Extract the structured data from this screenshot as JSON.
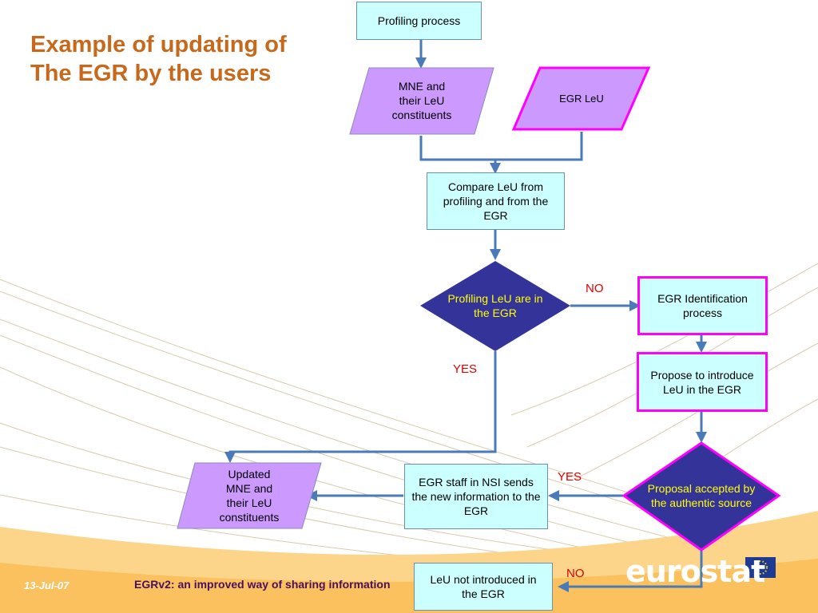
{
  "slide": {
    "title_line1": "Example of updating of",
    "title_line2": "The EGR by the users"
  },
  "nodes": {
    "profiling_process": "Profiling process",
    "mne_line1": "MNE and",
    "mne_line2": "their LeU",
    "mne_line3": "constituents",
    "egr_leu": "EGR LeU",
    "compare": "Compare LeU from profiling and from the EGR",
    "decision1_line1": "Profiling LeU are in",
    "decision1_line2": "the EGR",
    "egr_identification": "EGR Identification process",
    "propose": "Propose to introduce LeU in the EGR",
    "decision2_line1": "Proposal accepted by",
    "decision2_line2": "the authentic source",
    "egr_staff": "EGR staff in NSI sends the new information to the EGR",
    "updated_line1": "Updated",
    "updated_line2": "MNE and",
    "updated_line3": "their LeU",
    "updated_line4": "constituents",
    "not_introduced": "LeU not introduced in the EGR"
  },
  "edge_labels": {
    "no1": "NO",
    "yes1": "YES",
    "yes2": "YES",
    "no2": "NO"
  },
  "footer": {
    "date": "13-Jul-07",
    "text": "EGRv2: an improved way of sharing information",
    "logo": "eurostat"
  },
  "colors": {
    "title": "#c7691c",
    "process_fill": "#ccffff",
    "io_fill": "#cc99ff",
    "decision_fill": "#333399",
    "decision_text": "#ffff00",
    "highlight_border": "#ff00ff",
    "connector": "#4a7ab8",
    "edge_label": "#e00000",
    "footer_band": "#fdd58a"
  }
}
